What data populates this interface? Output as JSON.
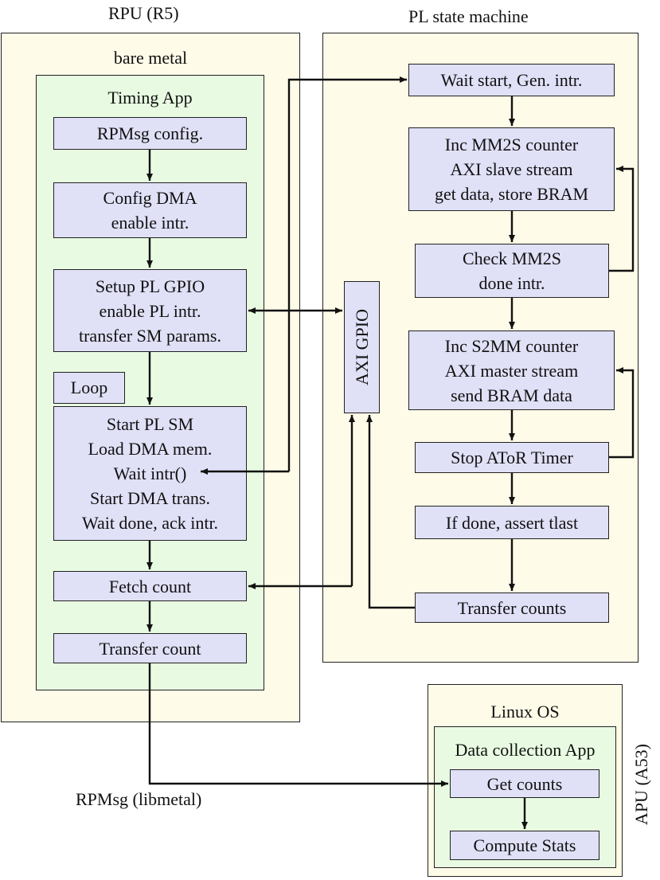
{
  "labels": {
    "rpu_title": "RPU (R5)",
    "pl_title": "PL state machine",
    "bare_metal": "bare metal",
    "timing_app": "Timing App",
    "linux_os": "Linux OS",
    "data_collection_app": "Data collection App",
    "apu_title": "APU (A53)",
    "rpmsg_link": "RPMsg (libmetal)",
    "axi_gpio": "AXI GPIO",
    "loop": "Loop"
  },
  "rpu_nodes": {
    "rpmsg_config": "RPMsg config.",
    "config_dma": "Config DMA\nenable intr.",
    "setup_pl_gpio": "Setup PL GPIO\nenable PL intr.\ntransfer SM params.",
    "loop_body": "Start PL SM\nLoad DMA mem.\nWait intr()\nStart DMA trans.\nWait done, ack intr.",
    "fetch_count": "Fetch count",
    "transfer_count": "Transfer count"
  },
  "pl_nodes": {
    "wait_start": "Wait start, Gen. intr.",
    "inc_mm2s": "Inc MM2S counter\nAXI slave stream\nget data, store BRAM",
    "check_mm2s": "Check MM2S\ndone intr.",
    "inc_s2mm": "Inc S2MM counter\nAXI master stream\nsend BRAM data",
    "stop_ator": "Stop AToR Timer",
    "if_done": "If done, assert tlast",
    "transfer_counts": "Transfer counts"
  },
  "apu_nodes": {
    "get_counts": "Get counts",
    "compute_stats": "Compute Stats"
  },
  "colors": {
    "outer_region": "#fefbe8",
    "inner_region": "#e8fbe2",
    "node_fill": "#e0e0f7",
    "stroke": "#222222"
  }
}
